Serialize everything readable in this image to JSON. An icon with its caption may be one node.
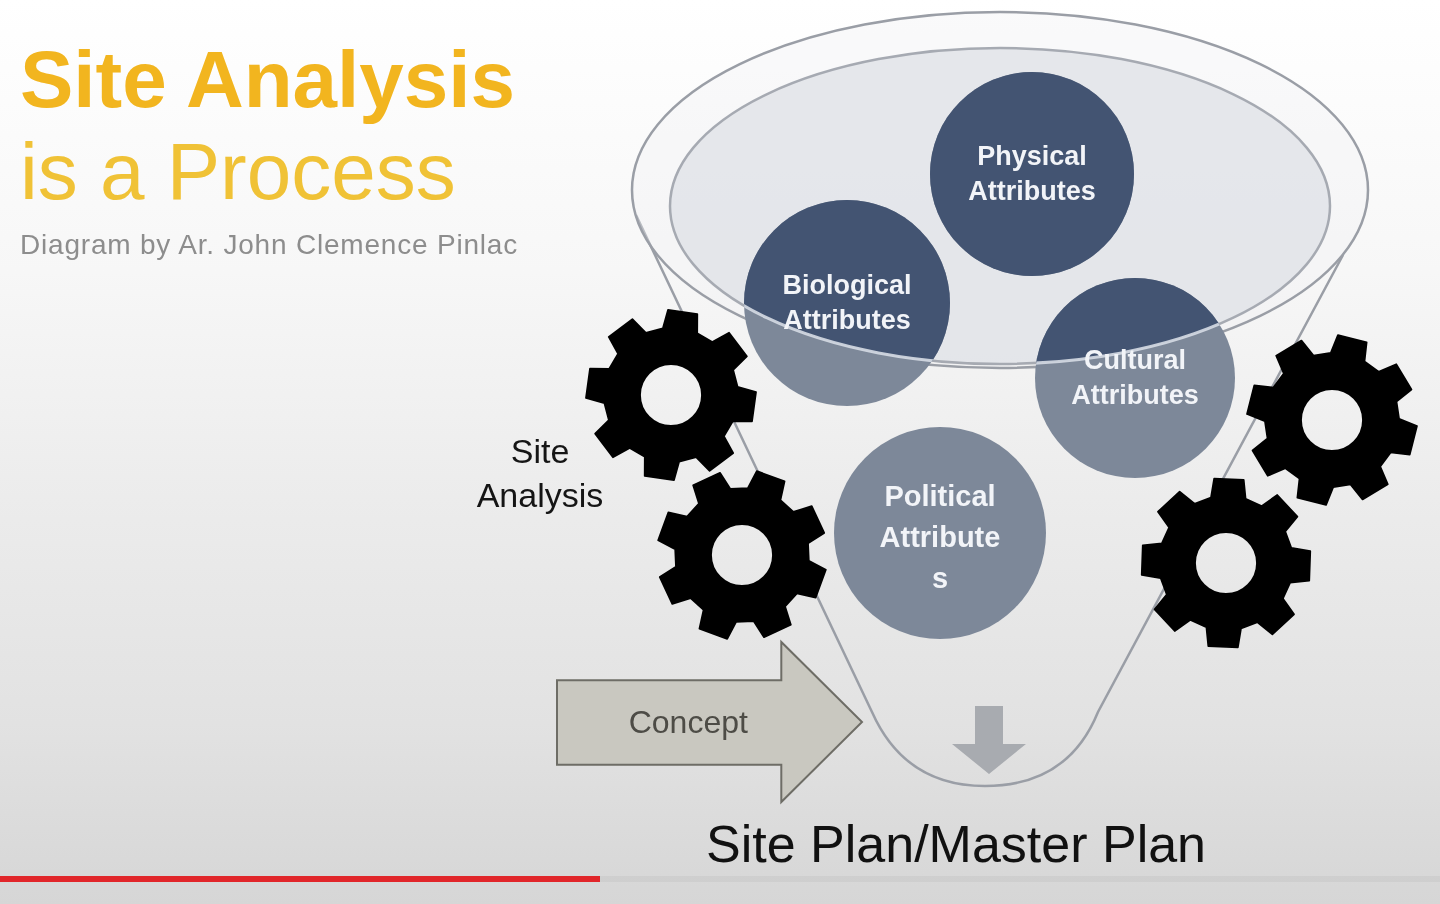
{
  "diagram": {
    "title": "**Site Analysis** is a Process",
    "nodes": [
      {
        "text": [],
        "shape": "funnel"
      },
      {
        "text": [
          "Physical Attributes"
        ],
        "in": 0
      },
      {
        "text": [
          "Biological Attributes"
        ],
        "in": 0
      },
      {
        "text": [
          "Cultural Attributes"
        ],
        "in": 0
      },
      {
        "text": [
          "Political Attribute s"
        ],
        "in": 0
      },
      {
        "text": [
          "Concept"
        ]
      }
    ],
    "labels": [
      "Diagram by Ar. John Clemence Pinlac",
      "Site Analysis",
      "Site Plan/Master Plan"
    ]
  }
}
